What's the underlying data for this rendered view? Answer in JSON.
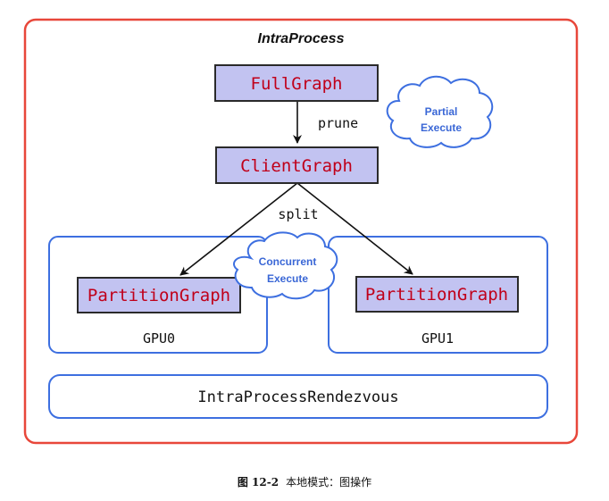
{
  "title": "IntraProcess",
  "nodes": {
    "full_graph": "FullGraph",
    "client_graph": "ClientGraph",
    "partition_left": "PartitionGraph",
    "partition_right": "PartitionGraph"
  },
  "edges": {
    "prune": "prune",
    "split": "split"
  },
  "clouds": {
    "partial": [
      "Partial",
      "Execute"
    ],
    "concurrent": [
      "Concurrent",
      "Execute"
    ]
  },
  "devices": {
    "left": "GPU0",
    "right": "GPU1"
  },
  "rendezvous": "IntraProcessRendezvous",
  "caption": {
    "label": "图 12-2",
    "text": "本地模式：图操作"
  },
  "colors": {
    "outer_border": "#e8473a",
    "device_border": "#3d6fe0",
    "node_fill": "#c2c3f1",
    "node_border": "#2a2a2a",
    "node_text": "#c0001a",
    "cloud_text": "#3a67d6"
  }
}
